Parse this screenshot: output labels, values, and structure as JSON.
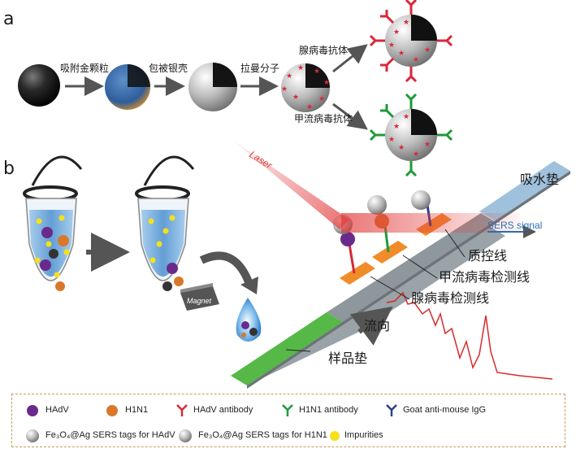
{
  "panels": {
    "a": "a",
    "b": "b"
  },
  "panel_a": {
    "step1": "吸附金颗粒",
    "step2": "包被银壳",
    "step3": "拉曼分子",
    "branch_top": "腺病毒抗体",
    "branch_bottom": "甲流病毒抗体"
  },
  "panel_b": {
    "laser": "Laser",
    "signal": "SERS signal",
    "magnet": "Magnet",
    "absorbent_pad": "吸水垫",
    "control_line": "质控线",
    "h1n1_test_line": "甲流病毒检测线",
    "hadv_test_line": "腺病毒检测线",
    "flow": "流向",
    "sample_pad": "样品垫"
  },
  "legend": {
    "hadv": "HAdV",
    "h1n1": "H1N1",
    "hadv_antibody": "HAdV antibody",
    "h1n1_antibody": "H1N1 antibody",
    "goat_igg": "Goat anti-mouse IgG",
    "tag_hadv": "Fe₃O₄@Ag SERS tags for HAdV",
    "tag_h1n1": "Fe₃O₄@Ag SERS tags for H1N1",
    "impurities": "Impurities"
  },
  "colors": {
    "hadv_antibody": "#d8283a",
    "h1n1_antibody": "#1f9a3a",
    "goat_igg": "#2b3f8f",
    "impurities": "#f4e11a",
    "hadv_virus": "#6a2a8c",
    "h1n1_virus": "#d9782a",
    "strip_blue": "#9fc1dc",
    "sample_pad": "#56b947",
    "test_pad": "#f08c2a",
    "laser": "#e33b3b",
    "sers_signal": "#2a6db6"
  }
}
